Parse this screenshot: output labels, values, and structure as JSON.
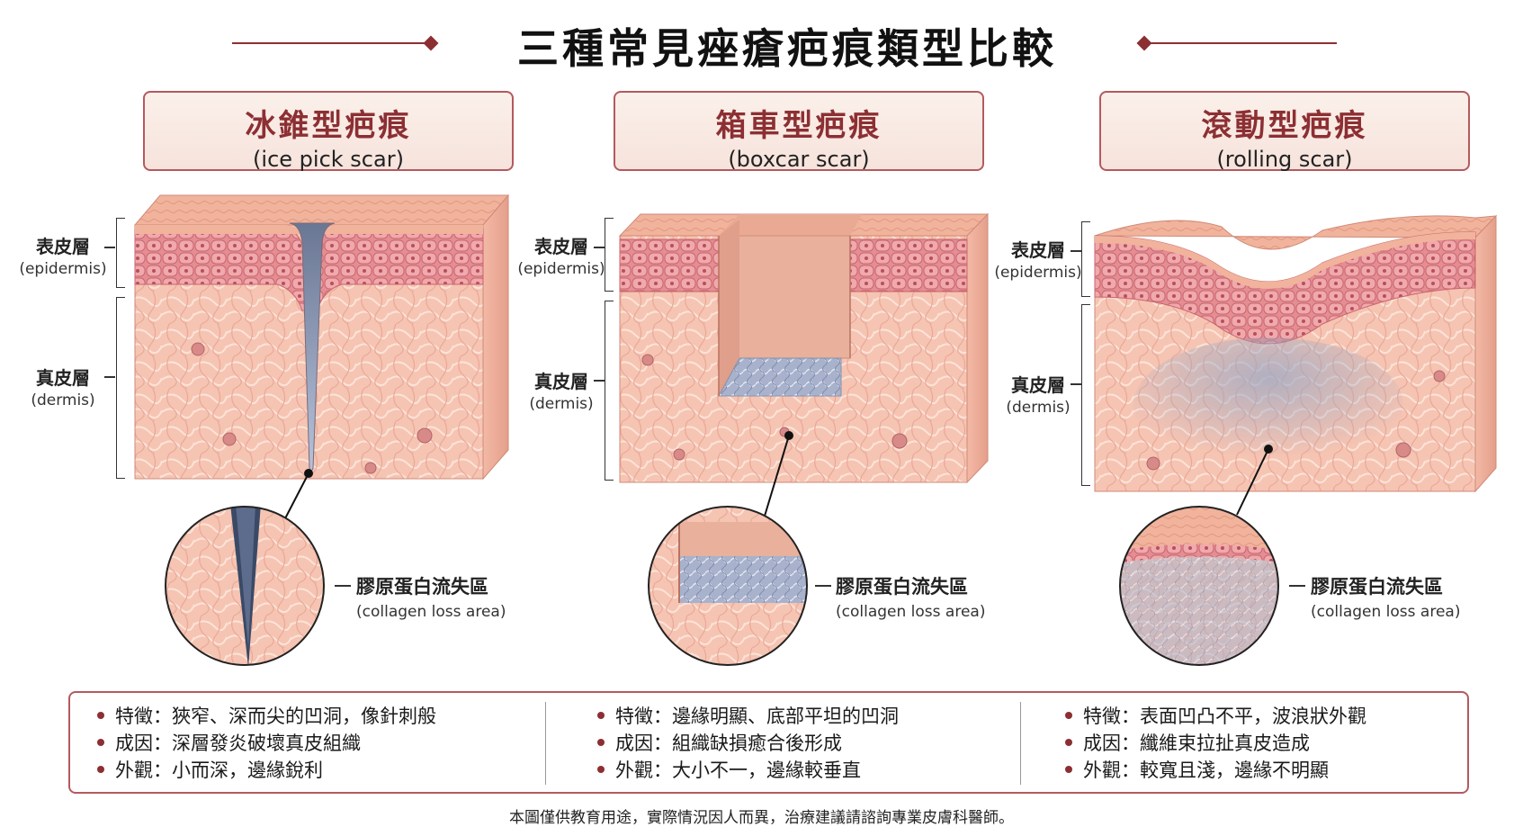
{
  "title": "三種常見痤瘡疤痕類型比較",
  "colors": {
    "accent": "#8c2f33",
    "border": "#b35a5e",
    "skin": "#f2b8a6",
    "dermis": "#f6c8b8",
    "epidermis": "#e8909a",
    "collagen_loss": "#9aa8c4"
  },
  "layers": {
    "epidermis_zh": "表皮層",
    "epidermis_en": "(epidermis)",
    "dermis_zh": "真皮層",
    "dermis_en": "(dermis)"
  },
  "collagen": {
    "zh": "膠原蛋白流失區",
    "en": "(collagen loss area)"
  },
  "scars": [
    {
      "zh": "冰錐型疤痕",
      "en": "(ice pick scar)",
      "features": [
        "特徵：狹窄、深而尖的凹洞，像針刺般",
        "成因：深層發炎破壞真皮組織",
        "外觀：小而深，邊緣銳利"
      ]
    },
    {
      "zh": "箱車型疤痕",
      "en": "(boxcar scar)",
      "features": [
        "特徵：邊緣明顯、底部平坦的凹洞",
        "成因：組織缺損癒合後形成",
        "外觀：大小不一，邊緣較垂直"
      ]
    },
    {
      "zh": "滾動型疤痕",
      "en": "(rolling scar)",
      "features": [
        "特徵：表面凹凸不平，波浪狀外觀",
        "成因：纖維束拉扯真皮造成",
        "外觀：較寬且淺，邊緣不明顯"
      ]
    }
  ],
  "footnote": "本圖僅供教育用途，實際情況因人而異，治療建議請諮詢專業皮膚科醫師。"
}
